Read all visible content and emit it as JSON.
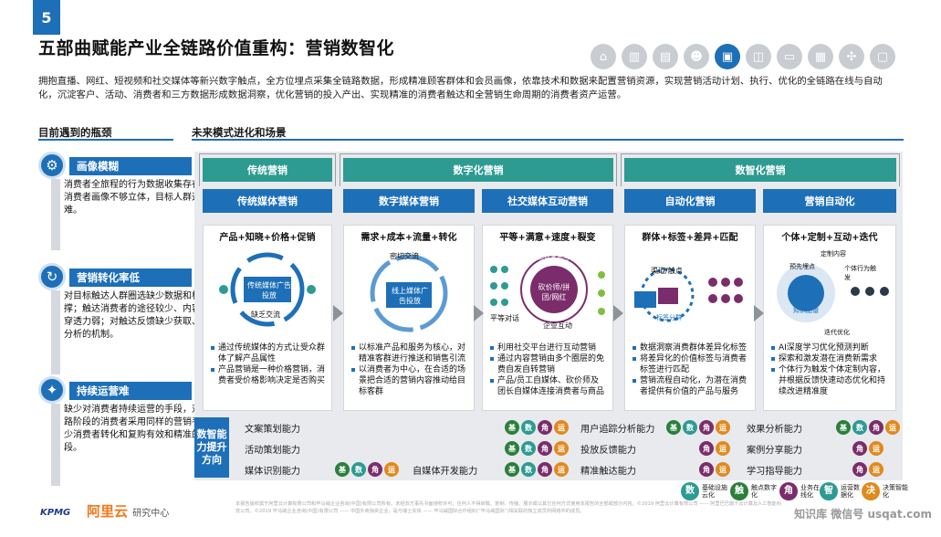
{
  "page_number": "5",
  "title": "五部曲赋能产业全链路价值重构：营销数智化",
  "intro": "拥抱直播、网红、短视频和社交媒体等新兴数字触点，全方位埋点采集全链路数据，形成精准顾客群体和会员画像，依靠技术和数据来配置营销资源，实现营销活动计划、执行、优化的全链路在线与自动化，沉淀客户、活动、消费者和三方数据形成数据洞察，优化营销的投入产出、实现精准的消费者触达和全营销生命周期的消费者资产运营。",
  "left_heading": "目前遇到的瓶颈",
  "right_heading": "未来模式进化和场景",
  "top_icons": [
    "factory-icon",
    "chart-icon",
    "building-icon",
    "workers-icon",
    "gift-icon",
    "box-icon",
    "truck-icon",
    "store-icon",
    "hands-icon",
    "screen-icon"
  ],
  "bottlenecks": [
    {
      "icon": "search-gear-icon",
      "title": "画像模糊",
      "text": "消费者全旅程的行为数据收集存在断层，消费者画像不够立体，目标人群选取困难。"
    },
    {
      "icon": "cycle-icon",
      "title": "营销转化率低",
      "text": "对目标触达人群圈选缺少数据和标签的支撑；触达消费者的途径较少、内容传播的穿透力弱；对触达反馈缺少获取、洞察、分析的机制。"
    },
    {
      "icon": "bulb-icon",
      "title": "持续运营难",
      "text": "缺少对消费者持续运营的手段，对不同链路阶段的消费者采用同样的营销手段，缺少消费者转化和复购有效和精准的刺激手段。"
    }
  ],
  "stages": [
    {
      "label": "传统营销",
      "subs": [
        "传统媒体营销"
      ]
    },
    {
      "label": "数字化营销",
      "subs": [
        "数字媒体营销",
        "社交媒体互动营销"
      ]
    },
    {
      "label": "数智化营销",
      "subs": [
        "自动化营销",
        "营销自动化"
      ]
    }
  ],
  "cards": [
    {
      "title": "产品+知晓+价格+促销",
      "center": "传统媒体广告投放",
      "nodes": [
        "缺乏交流"
      ],
      "bullets": [
        "通过传统媒体的方式让受众群体了解产品属性",
        "产品营销是一种价格营销，消费者受价格影响决定是否购买"
      ]
    },
    {
      "title": "需求+成本+流量+转化",
      "center": "线上媒体广告投放",
      "nodes": [
        "密切交流"
      ],
      "bullets": [
        "以标准产品和服务为核心，对精准客群进行推送和销售引流",
        "以消费者为中心，在合适的场景把合适的营销内容推动给目标客群"
      ]
    },
    {
      "title": "平等+满意+速度+裂变",
      "center": "砍价师/拼团/网红",
      "nodes": [
        "消费者参与",
        "平等对话",
        "企业互动"
      ],
      "bullets": [
        "利用社交平台进行互动营销",
        "通过内容营销由多个圈层的免费自发自转营销",
        "产品/员工自媒体、砍价师及团长自媒体连接消费者与商品"
      ]
    },
    {
      "title": "群体+标签+差异+匹配",
      "center": "标签分群",
      "nodes": [
        "渠道/触点"
      ],
      "bullets": [
        "数据洞察消费群体差异化标签",
        "将差异化的价值标签与消费者标签进行匹配",
        "营销流程自动化，为潜在消费者提供有价值的产品与服务"
      ]
    },
    {
      "title": "个体+定制+互动+迭代",
      "center": "知识图谱",
      "nodes": [
        "预先埋点",
        "定制内容",
        "个体行为触发",
        "迭代优化"
      ],
      "bullets": [
        "AI深度学习优化预测判断",
        "探索和激发潜在消费新需求",
        "个体行为触发个体定制内容，并根据反馈快速动态优化和持续改进精准度"
      ]
    }
  ],
  "direction_label": "数智能力提升方向",
  "capabilities": [
    {
      "label": "文案策划能力",
      "badges": [
        "g",
        "t",
        "p",
        "o"
      ]
    },
    {
      "label": "活动策划能力",
      "badges": [
        "g",
        "t",
        "p",
        "o"
      ]
    },
    {
      "label": "媒体识别能力",
      "badges": [
        "g",
        "t",
        "p",
        "o"
      ]
    },
    {
      "label": "自媒体开发能力",
      "badges": [
        "g",
        "t",
        "p",
        "o"
      ]
    },
    {
      "label": "用户追踪分析能力",
      "badges": [
        "g",
        "t",
        "p",
        "o"
      ]
    },
    {
      "label": "投放反馈能力",
      "badges": [
        "p",
        "o"
      ]
    },
    {
      "label": "精准触达能力",
      "badges": [
        "p",
        "o"
      ]
    },
    {
      "label": "效果分析能力",
      "badges": [
        "g",
        "t",
        "p",
        "o"
      ]
    },
    {
      "label": "案例分享能力",
      "badges": [
        "p",
        "o"
      ]
    },
    {
      "label": "学习指导能力",
      "badges": [
        "p",
        "o"
      ]
    }
  ],
  "badge_chars": {
    "g": "基",
    "t": "数",
    "p": "角",
    "o": "运"
  },
  "legend": [
    {
      "badge": "t",
      "char": "数",
      "text": "基础设施云化"
    },
    {
      "badge": "g",
      "char": "触",
      "text": "触点数字化"
    },
    {
      "badge": "p",
      "char": "角",
      "text": "业务在线化"
    },
    {
      "badge": "t",
      "char": "智",
      "text": "运营数据化"
    },
    {
      "badge": "o",
      "char": "决",
      "text": "决策智能化"
    }
  ],
  "footer": "本报告版权属于阿里云计算有限公司和毕马威企业咨询(中国)有限公司所有。未经双方事先书面授权许可，任何人不得转载、复制、传播、展示或以其它任何方式使用本报告的全部或部分内容。©2019 阿里云计算有限公司 —— 阿里巴巴旗下云计算及人工智能科技公司。©2019 毕马威企业咨询(中国)有限公司 —— 中国外商独资企业，是与瑞士实体 —— 毕马威国际合作组织(“毕马威国际”)相关联的独立成员所网络中的成员。",
  "kpmg_logo": "KPMG",
  "ali_logo": "阿里云",
  "ali_sub": "研究中心",
  "watermark": "知识库 微信号 usqat.com"
}
